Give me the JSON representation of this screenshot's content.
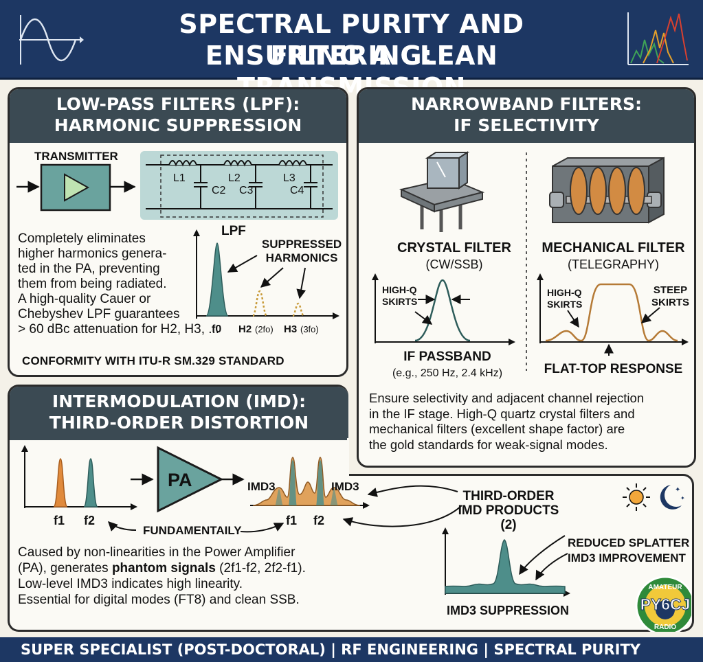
{
  "header": {
    "title_line1": "SPECTRAL PURITY AND FILTERING:",
    "title_line2": "ENSURING A CLEAN TRANSMISSION"
  },
  "lpf": {
    "title_line1": "LOW-PASS FILTERS (LPF):",
    "title_line2": "HARMONIC SUPPRESSION",
    "transmitter_label": "TRANSMITTER",
    "components": [
      "L1",
      "L2",
      "L3",
      "C2",
      "C3",
      "C4"
    ],
    "lpf_label": "LPF",
    "description": [
      "Completely eliminates",
      "higher harmonics genera-",
      "ted in the PA, preventing",
      "them from being radiated.",
      "A high-quality Cauer or",
      "Chebyshev LPF guarantees",
      "> 60 dBc attenuation for H2, H3, ..."
    ],
    "suppressed_line1": "SUPPRESSED",
    "suppressed_line2": "HARMONICS",
    "f0": "f0",
    "h2": "H2",
    "h2_sub": "(2fo)",
    "h3": "H3",
    "h3_sub": "(3fo)",
    "conformity": "CONFORMITY WITH ITU-R SM.329 STANDARD"
  },
  "narrowband": {
    "title_line1": "NARROWBAND FILTERS:",
    "title_line2": "IF SELECTIVITY",
    "crystal_title": "CRYSTAL FILTER",
    "crystal_sub": "(CW/SSB)",
    "mechanical_title": "MECHANICAL FILTER",
    "mechanical_sub": "(TELEGRAPHY)",
    "highq_line1": "HIGH-Q",
    "highq_line2": "SKIRTS",
    "steep_line1": "STEEP",
    "steep_line2": "SKIRTS",
    "if_passband": "IF PASSBAND",
    "if_example": "(e.g., 250 Hz, 2.4 kHz)",
    "flat_top": "FLAT-TOP RESPONSE",
    "description": [
      "Ensure selectivity and adjacent channel rejection",
      "in the IF stage. High-Q quartz crystal filters and",
      "mechanical filters (excellent shape factor) are",
      "the gold standards for weak-signal modes."
    ]
  },
  "imd": {
    "title_line1": "INTERMODULATION (IMD):",
    "title_line2": "THIRD-ORDER DISTORTION",
    "f1": "f1",
    "f2": "f2",
    "pa_label": "PA",
    "imd3": "IMD3",
    "fundamentals": "FUNDAMENTAILY",
    "third_order_line1": "THIRD-ORDER",
    "third_order_line2": "IMD PRODUCTS (2)",
    "reduced_line1": "REDUCED SPLATTER",
    "reduced_line2": "IMD3 IMPROVEMENT",
    "suppression_label": "IMD3 SUPPRESSION",
    "desc_line1": "Caused by non-linearities in the Power Amplifier",
    "desc_line2_pre": "(PA), generates ",
    "desc_line2_bold": "phantom signals",
    "desc_line2_post": " (2f1-f2, 2f2-f1).",
    "desc_line3": "Low-level IMD3 indicates high linearity.",
    "desc_line4": "Essential for digital modes (FT8) and clean SSB."
  },
  "badge": {
    "top": "AMATEUR",
    "callsign": "PY6CJ",
    "bottom": "RADIO"
  },
  "footer": {
    "text": "SUPER SPECIALIST (POST-DOCTORAL) | RF ENGINEERING | SPECTRAL PURITY"
  },
  "colors": {
    "navy": "#1d3763",
    "teal": "#4e8e8a",
    "orange": "#e08a3c",
    "panel_header": "#3b4a53"
  }
}
